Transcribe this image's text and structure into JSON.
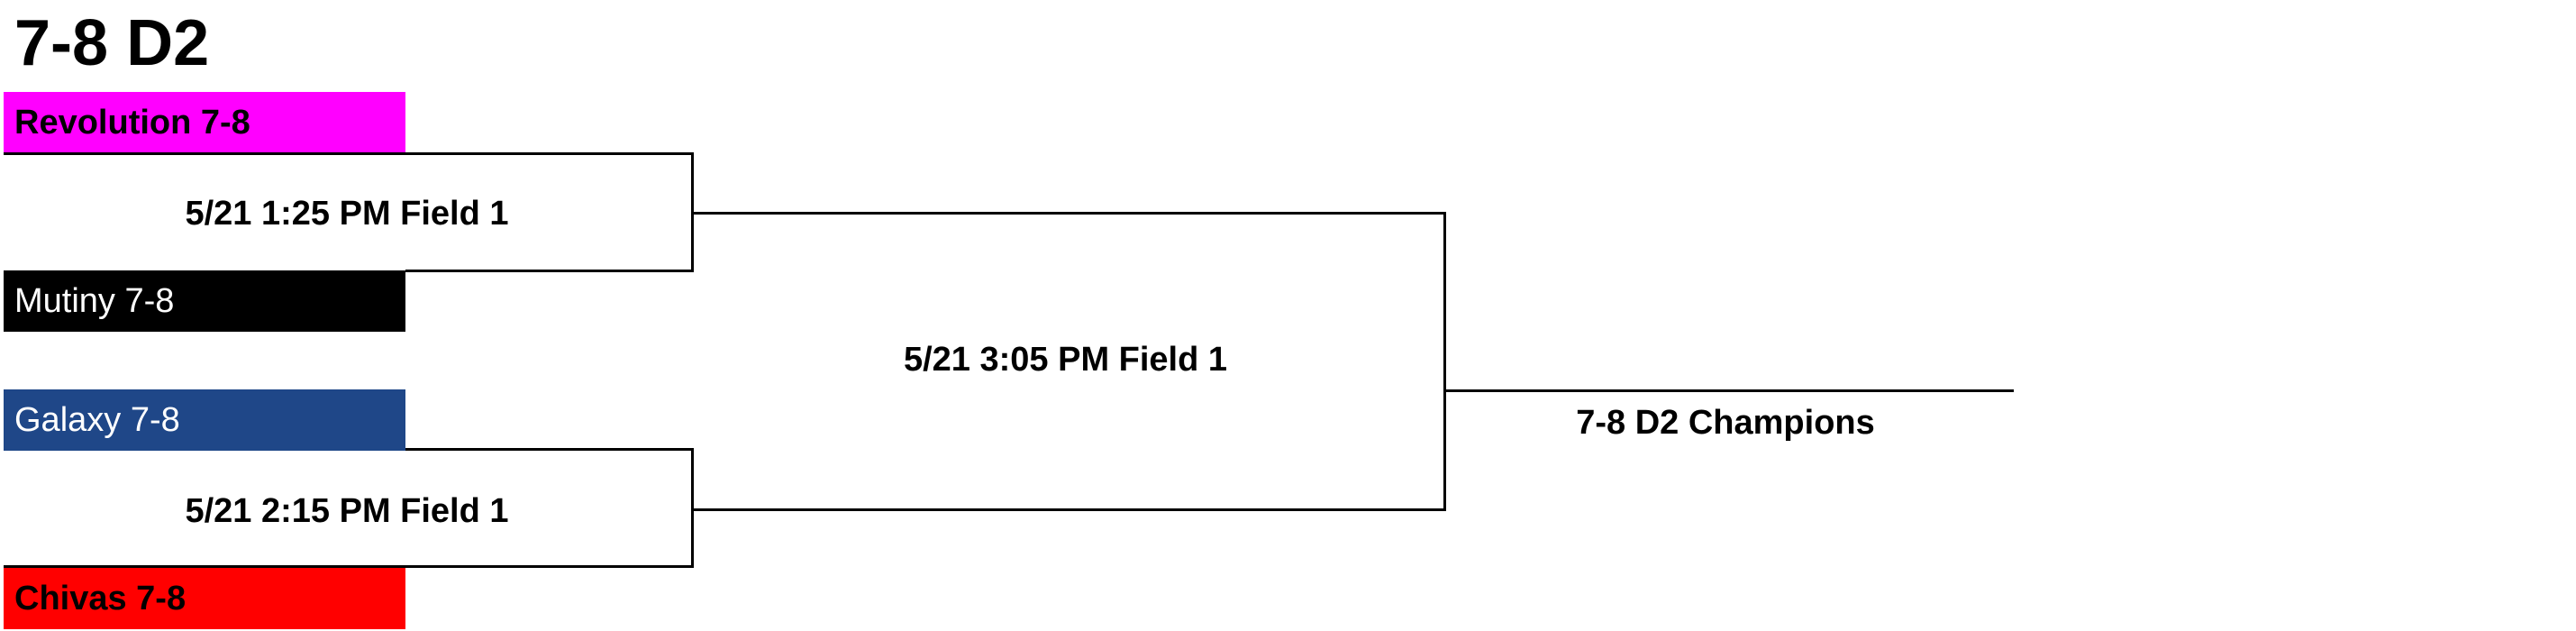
{
  "title": "7-8 D2",
  "teams": [
    {
      "name": "Revolution 7-8",
      "bg": "#ff00ff",
      "color": "#000000"
    },
    {
      "name": "Mutiny 7-8",
      "bg": "#000000",
      "color": "#ffffff"
    },
    {
      "name": "Galaxy 7-8",
      "bg": "#1f4788",
      "color": "#ffffff"
    },
    {
      "name": "Chivas 7-8",
      "bg": "#ff0000",
      "color": "#000000"
    }
  ],
  "matches": {
    "semi1": "5/21 1:25 PM Field 1",
    "semi2": "5/21 2:15 PM Field 1",
    "final": "5/21 3:05 PM Field 1"
  },
  "champion_label": "7-8 D2 Champions"
}
